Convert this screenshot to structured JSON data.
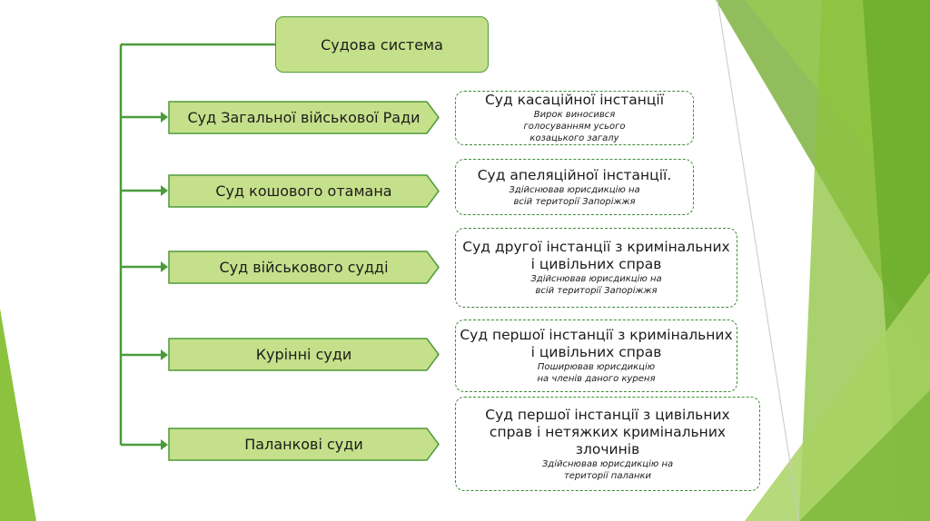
{
  "root": {
    "label": "Судова система"
  },
  "courts": [
    {
      "label": "Суд Загальної військової Ради",
      "title": "Суд касаційної інстанції",
      "subtitle": "Вирок виносився голосуванням усього козацького загалу"
    },
    {
      "label": "Суд кошового отамана",
      "title": "Суд апеляційної інстанції.",
      "subtitle": "Здійснював юрисдикцію на всій території Запоріжжя"
    },
    {
      "label": "Суд військового судді",
      "title": "Суд другої інстанції з кримінальних і цивільних справ",
      "subtitle": "Здійснював юрисдикцію на всій території Запоріжжя"
    },
    {
      "label": "Курінні суди",
      "title": "Суд першої інстанції з кримінальних і цивільних справ",
      "subtitle": "Поширював юрисдикцію на членів даного куреня"
    },
    {
      "label": "Паланкові суди",
      "title": "Суд першої інстанції з цивільних справ і нетяжких кримінальних злочинів",
      "subtitle": "Здійснював юрисдикцію на території паланки"
    }
  ],
  "colors": {
    "box_fill": "#c5e08a",
    "box_border": "#4f9b3a",
    "connector": "#4a9b3b",
    "accent_dark": "#5fa533",
    "accent_light": "#a8d05a"
  }
}
